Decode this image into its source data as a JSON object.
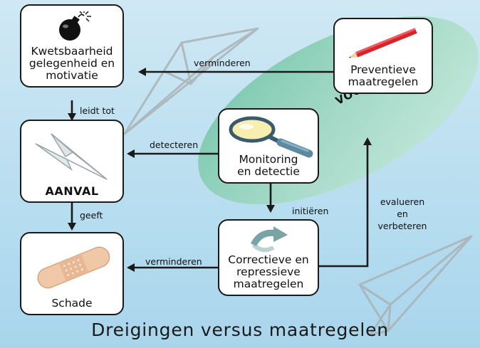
{
  "title": "Dreigingen versus maatregelen",
  "zone_label": "VOORBEREIDING",
  "nodes": {
    "kwetsbaarheid": {
      "line1": "Kwetsbaarheid",
      "line2": "gelegenheid en",
      "line3": "motivatie",
      "icon": "bomb-icon"
    },
    "aanval": {
      "label": "AANVAL",
      "icon": "paper-plane-icon"
    },
    "schade": {
      "label": "Schade",
      "icon": "bandage-icon"
    },
    "preventieve": {
      "line1": "Preventieve",
      "line2": "maatregelen",
      "icon": "pencil-icon"
    },
    "monitoring": {
      "line1": "Monitoring",
      "line2": "en detectie",
      "icon": "magnifying-glass-icon"
    },
    "correctieve": {
      "line1": "Correctieve en",
      "line2": "repressieve",
      "line3": "maatregelen",
      "icon": "circular-arrow-icon"
    }
  },
  "edges": {
    "verminderen_top": "verminderen",
    "leidt_tot": "leidt tot",
    "detecteren": "detecteren",
    "geeft": "geeft",
    "initieren": "initiëren",
    "verminderen_bottom": "verminderen",
    "evalueren_1": "evalueren",
    "evalueren_2": "en",
    "evalueren_3": "verbeteren"
  },
  "colors": {
    "zone": "#8fd0b8",
    "arrow": "#1a1a1a",
    "pencil": "#d9232a"
  }
}
